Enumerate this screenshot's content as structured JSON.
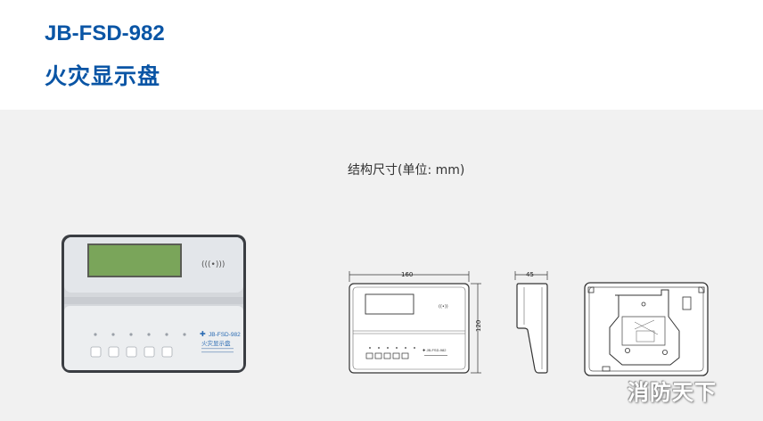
{
  "header": {
    "model": "JB-FSD-982",
    "product_name": "火灾显示盘"
  },
  "section": {
    "caption": "结构尺寸(单位: mm)"
  },
  "device_photo": {
    "model_label": "JB-FSD-982",
    "name_label": "火灾显示盘",
    "button_count": 5
  },
  "front_view": {
    "width_label": "160",
    "height_label": "120"
  },
  "side_view": {
    "depth_label": "45"
  },
  "watermark": "消防天下",
  "colors": {
    "brand_blue": "#0a55a5",
    "panel_bg": "#f1f1f1",
    "lcd_green": "#7aa55a"
  }
}
